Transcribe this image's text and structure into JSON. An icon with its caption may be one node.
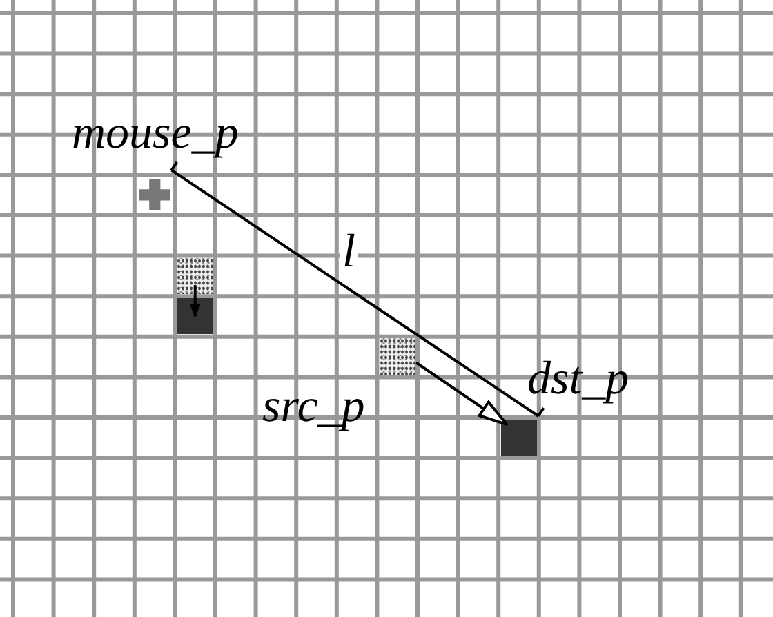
{
  "diagram": {
    "nodes": [
      {
        "text": [
          "mouse_p"
        ]
      },
      {
        "text": [],
        "shape": "cross"
      },
      {
        "text": [],
        "shape": "box"
      },
      {
        "text": [],
        "shape": "box"
      },
      {
        "text": [],
        "shape": "box",
        "beside": [
          "src_p"
        ]
      },
      {
        "text": [],
        "shape": "box",
        "beside": [
          "dst_p"
        ]
      }
    ],
    "edges": [
      {
        "from": 0,
        "to": 5,
        "arrow": "none",
        "label": "l"
      },
      {
        "from": 2,
        "to": 3,
        "arrow": "to"
      },
      {
        "from": 4,
        "to": 5,
        "arrow": "to"
      }
    ]
  }
}
